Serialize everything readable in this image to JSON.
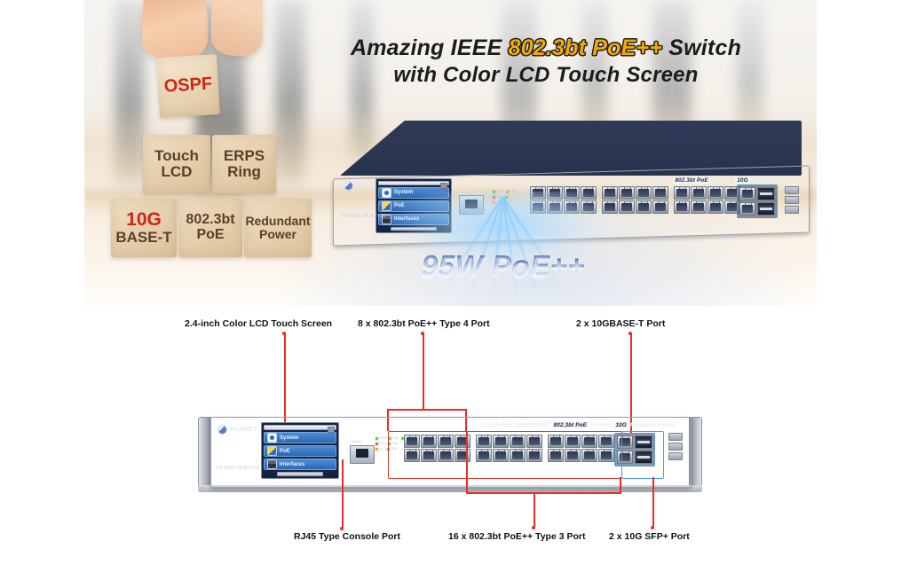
{
  "banner": {
    "headline_line1_pre": "Amazing IEEE ",
    "headline_line1_hi": "802.3bt PoE++",
    "headline_line1_post": " Switch",
    "headline_line2": "with Color LCD Touch Screen",
    "glow_text": "95W PoE++"
  },
  "blocks": [
    {
      "id": "ospf",
      "lines": [
        "OSPF"
      ],
      "accent": "red"
    },
    {
      "id": "touch-lcd",
      "lines": [
        "Touch",
        "LCD"
      ],
      "accent": "none"
    },
    {
      "id": "erps-ring",
      "lines": [
        "ERPS",
        "Ring"
      ],
      "accent": "none"
    },
    {
      "id": "10g-baset",
      "lines": [
        "10G",
        "BASE-T"
      ],
      "accent": "red-first"
    },
    {
      "id": "802-3bt-poe",
      "lines": [
        "802.3bt",
        "PoE"
      ],
      "accent": "none"
    },
    {
      "id": "redundant-power",
      "lines": [
        "Redundant",
        "Power"
      ],
      "accent": "none"
    }
  ],
  "block_text": {
    "ospf": "OSPF",
    "touch": "Touch",
    "lcd": "LCD",
    "erps": "ERPS",
    "ring": "Ring",
    "tenG": "10G",
    "baset": "BASE-T",
    "bt": "802.3bt",
    "poe": "PoE",
    "redundant": "Redundant",
    "power": "Power"
  },
  "device": {
    "brand": "PLANET",
    "model": "GS-6320-24UP2T2X",
    "face_label_pre": "L3 24-Port 10/100/1000T ",
    "face_label_box1": "802.3bt PoE",
    "face_label_mid": " + 4-Port ",
    "face_label_box2": "10G",
    "face_label_post": " Managed Switch",
    "lcd": {
      "buttons": [
        "System",
        "PoE",
        "Interfaces"
      ]
    },
    "led_labels": [
      "PWR",
      "LNK",
      "ACT",
      "SYS",
      "PoE",
      "ALT",
      "FAN"
    ],
    "console_label": "Console",
    "ports": {
      "rj45_columns": 12,
      "rj45_rows": 2,
      "rj45_total": 24,
      "uplink_rj45": 2,
      "uplink_sfp": 2
    }
  },
  "callouts": {
    "top": [
      {
        "id": "lcd-touch-screen",
        "label": "2.4-inch Color LCD Touch Screen"
      },
      {
        "id": "poe-type4",
        "label": "8 x 802.3bt PoE++ Type 4 Port"
      },
      {
        "id": "10gbase-t",
        "label": "2 x 10GBASE-T Port"
      }
    ],
    "bottom": [
      {
        "id": "console-port",
        "label": "RJ45 Type Console Port"
      },
      {
        "id": "poe-type3",
        "label": "16 x 802.3bt PoE++ Type 3 Port"
      },
      {
        "id": "sfp-plus",
        "label": "2 x 10G SFP+ Port"
      }
    ]
  },
  "colors": {
    "callout_red": "#ee2b26",
    "highlight_amber": "#f2a900",
    "block_accent_red": "#cf2512",
    "chassis_navy": "#26314b",
    "uplink_blue": "#4f9bdd"
  }
}
